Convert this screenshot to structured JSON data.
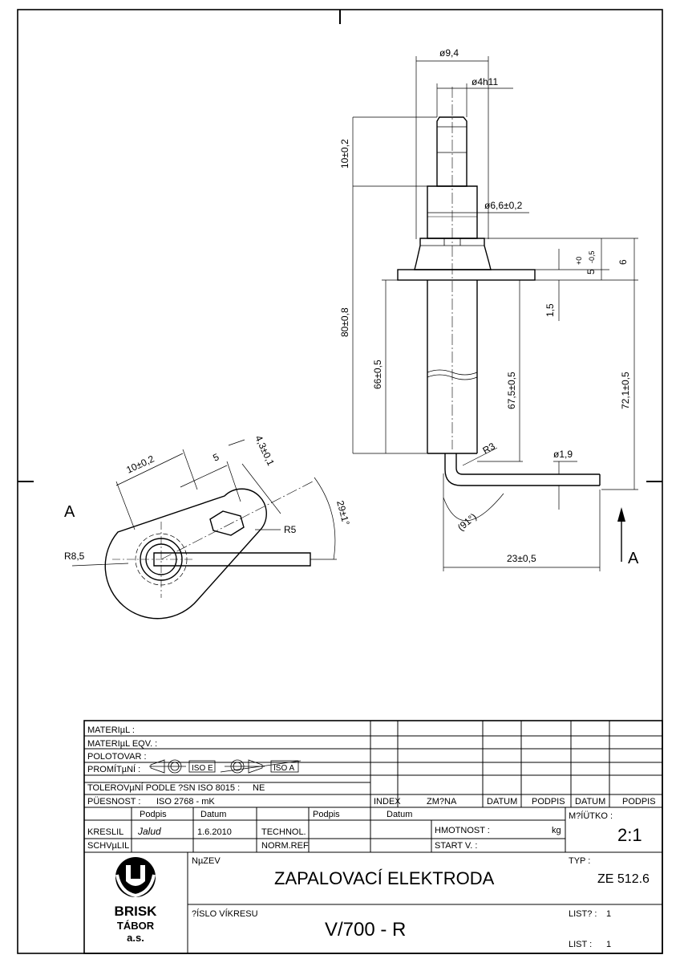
{
  "drawing": {
    "dimensions": {
      "d_9_4": "ø9,4",
      "d_4h11": "ø4h11",
      "len_10": "10±0,2",
      "d_6_6": "ø6,6±0,2",
      "len_80": "80±0,8",
      "len_66": "66±0,5",
      "len_67_5": "67,5±0,5",
      "len_72_1": "72,1±0,5",
      "len_5": "5",
      "tol_5_plus": "+0",
      "tol_5_minus": "-0,5",
      "len_6": "6",
      "len_1_5": "1,5",
      "r3": "R3",
      "d_1_9": "ø1,9",
      "angle_91": "(91°)",
      "len_23": "23±0,5",
      "view_a_right": "A",
      "view_a_left": "A",
      "plan_10": "10±0,2",
      "plan_5": "5",
      "plan_4_3": "4,3±0,1",
      "plan_r5": "R5",
      "plan_r8_5": "R8,5",
      "plan_29": "29±1°"
    }
  },
  "title_block": {
    "material": "MATERIµL :",
    "material_eqv": "MATERIµL EQV. :",
    "semi_product": "POLOTOVAR :",
    "projection": "PROMÍTµNÍ :",
    "iso_e": "ISO E",
    "iso_a": "ISO A",
    "tolerance": "TOLEROVµNÍ PODLE ?SN ISO 8015 :",
    "tolerance_val": "NE",
    "precision": "PÜESNOST :",
    "precision_val": "ISO 2768 - mK",
    "rev_headers": [
      "INDEX",
      "ZM?NA",
      "DATUM",
      "PODPIS",
      "DATUM",
      "PODPIS"
    ],
    "col_podpis": "Podpis",
    "col_datum": "Datum",
    "drawn": "KRESLIL",
    "drawn_sig": "Jalud",
    "drawn_date": "1.6.2010",
    "approved": "SCHVµLIL",
    "technol": "TECHNOL.",
    "technol_podpis": "Podpis",
    "technol_datum": "Datum",
    "norm_ref": "NORM.REF.",
    "weight": "HMOTNOST :",
    "weight_unit": "kg",
    "start": "START V. :",
    "scale_label": "M?ÍÜTKO :",
    "scale": "2:1",
    "name_label": "NµZEV",
    "name": "ZAPALOVACÍ ELEKTRODA",
    "type_label": "TYP :",
    "type": "ZE 512.6",
    "drawing_no_label": "?ÍSLO VÍKRESU",
    "drawing_no": "V/700 - R",
    "sheets_label": "LIST? :",
    "sheets": "1",
    "sheet_label": "LIST :",
    "sheet": "1",
    "company": "BRISK",
    "company_city": "TÁBOR",
    "company_form": "a.s."
  }
}
